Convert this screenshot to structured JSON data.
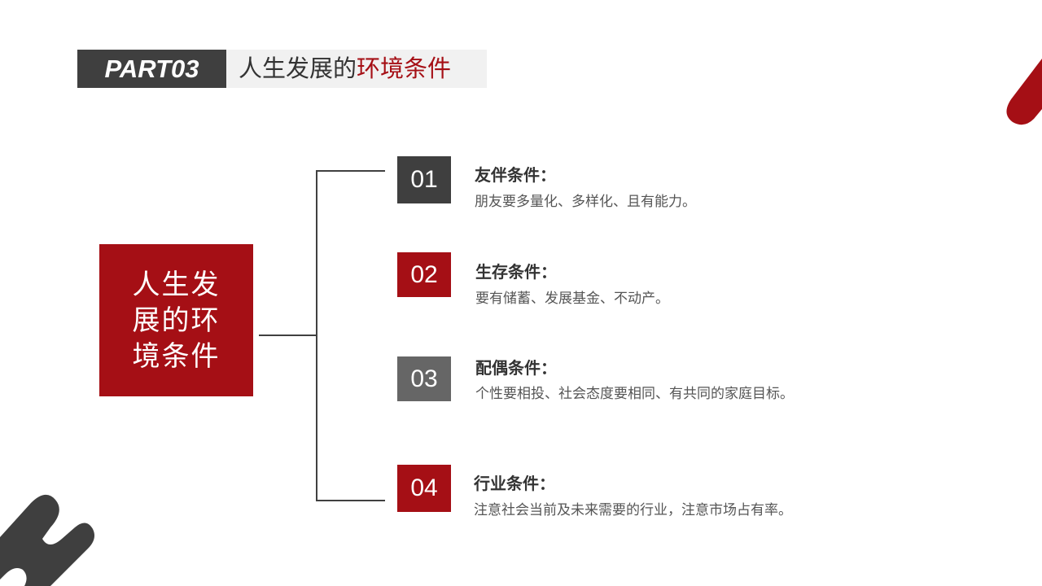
{
  "header": {
    "part_label": "PART03",
    "title_plain": "人生发展的",
    "title_highlight": "环境条件"
  },
  "center": {
    "title": "人生发展的环境条件"
  },
  "items": [
    {
      "number": "01",
      "title": "友伴条件：",
      "desc": "朋友要多量化、多样化、且有能力。",
      "color": "#3f3f3f"
    },
    {
      "number": "02",
      "title": "生存条件：",
      "desc": "要有储蓄、发展基金、不动产。",
      "color": "#a50f15"
    },
    {
      "number": "03",
      "title": "配偶条件：",
      "desc": "个性要相投、社会态度要相同、有共同的家庭目标。",
      "color": "#666666"
    },
    {
      "number": "04",
      "title": "行业条件：",
      "desc": "注意社会当前及未来需要的行业，注意市场占有率。",
      "color": "#a50f15"
    }
  ],
  "colors": {
    "accent": "#a50f15",
    "dark": "#3f3f3f",
    "mid": "#666666"
  }
}
